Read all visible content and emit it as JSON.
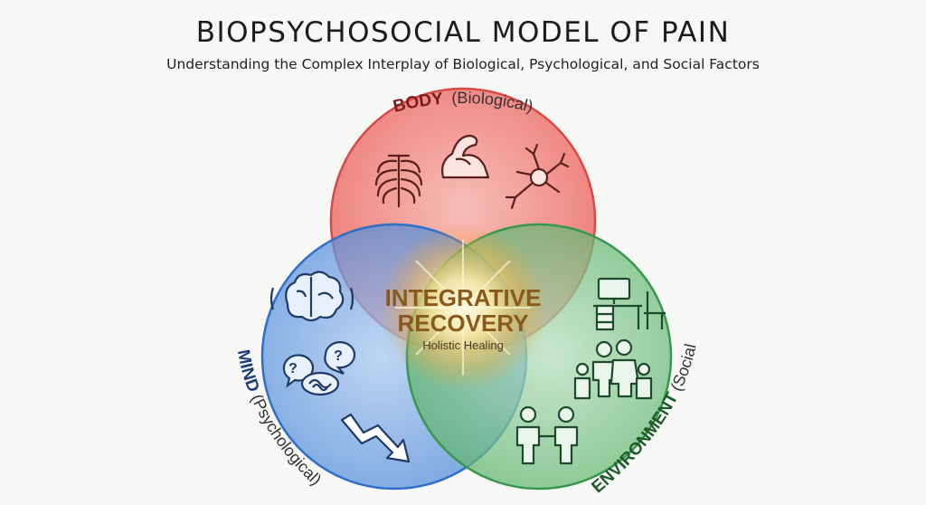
{
  "header": {
    "title": "BIOPSYCHOSOCIAL MODEL OF PAIN",
    "subtitle": "Understanding the Complex Interplay of Biological, Psychological, and Social Factors"
  },
  "circles": {
    "body": {
      "name": "BODY",
      "qualifier": "(Biological)",
      "color": "#e8524f"
    },
    "mind": {
      "name": "MIND",
      "qualifier": "(Psychological)",
      "color": "#3d7fd6"
    },
    "environment": {
      "name": "ENVIRONMENT",
      "qualifier": "(Social)",
      "color": "#45a85a"
    }
  },
  "center": {
    "line1": "INTEGRATIVE",
    "line2": "RECOVERY",
    "caption": "Holistic Healing"
  },
  "icons": {
    "body": [
      "ribcage-icon",
      "flexed-arm-icon",
      "neuron-icon"
    ],
    "mind": [
      "brain-icon",
      "question-thought-bubbles-icon",
      "downward-zigzag-arrow-icon"
    ],
    "environment": [
      "desk-workspace-icon",
      "family-icon",
      "handshake-icon"
    ]
  }
}
